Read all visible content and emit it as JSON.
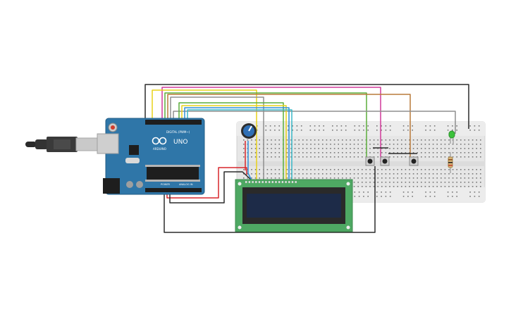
{
  "arduino": {
    "logo_text": "UNO",
    "brand_text": "ARDUINO",
    "digital_label": "DIGITAL (PWM~)",
    "power_label": "POWER",
    "analog_label": "ANALOG IN"
  },
  "colors": {
    "board": "#2f76a8",
    "breadboard": "#e6e6e6",
    "lcd_pcb": "#4ea863",
    "lcd_screen": "#1d2b48",
    "wire_black": "#2b2b2b",
    "wire_red": "#d8262b",
    "wire_yellow": "#e8d21a",
    "wire_green": "#5cad3c",
    "wire_blue": "#2f8fd8",
    "wire_magenta": "#d13a9a",
    "wire_orange": "#b97a3a",
    "wire_gray": "#8f8f8f",
    "wire_cyan": "#3ab8c8",
    "led_green": "#3cc23c"
  },
  "components": {
    "usb_cable": "usb-cable",
    "arduino_board": "arduino-uno",
    "breadboard": "breadboard",
    "potentiometer": "potentiometer",
    "lcd": "lcd-16x2",
    "buttons": [
      "pushbutton",
      "pushbutton",
      "pushbutton"
    ],
    "led": "green-led",
    "resistor": "resistor"
  }
}
